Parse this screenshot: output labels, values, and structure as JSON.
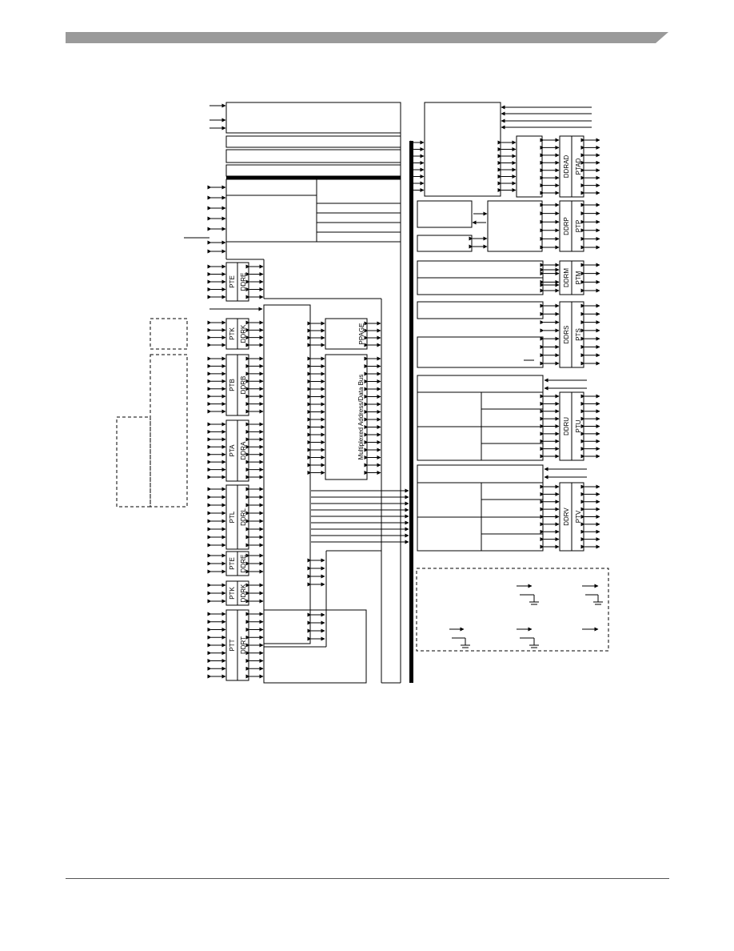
{
  "header": {
    "bar_color": "#9a9a9a"
  },
  "diagram": {
    "left_ports": [
      {
        "port": "PTE",
        "ddr": "DDRE"
      },
      {
        "port": "PTK",
        "ddr": "DDRK"
      },
      {
        "port": "PTB",
        "ddr": "DDRB"
      },
      {
        "port": "PTA",
        "ddr": "DDRA"
      },
      {
        "port": "PTL",
        "ddr": "DDRL"
      },
      {
        "port": "PTE",
        "ddr": "DDRE"
      },
      {
        "port": "PTK",
        "ddr": "DDRK"
      },
      {
        "port": "PTT",
        "ddr": "DDRT"
      }
    ],
    "right_ports": [
      {
        "port": "PTAD",
        "ddr": "DDRAD"
      },
      {
        "port": "PTP",
        "ddr": "DDRP"
      },
      {
        "port": "PTM",
        "ddr": "DDRM"
      },
      {
        "port": "PTS",
        "ddr": "DDRS"
      },
      {
        "port": "PTU",
        "ddr": "DDRU"
      },
      {
        "port": "PTV",
        "ddr": "DDRV"
      }
    ],
    "ppage_label": "PPAGE",
    "bus_label": "Multiplexed Address/Data Bus"
  }
}
